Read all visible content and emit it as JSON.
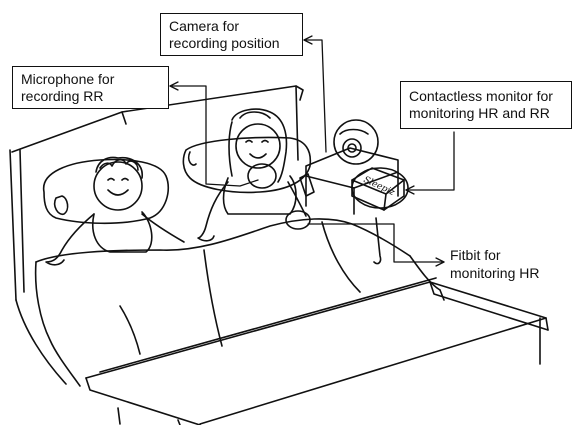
{
  "labels": {
    "camera": {
      "line1": "Camera for",
      "line2": "recording position"
    },
    "microphone": {
      "line1": "Microphone for",
      "line2": "recording RR"
    },
    "contactless": {
      "line1": "Contactless monitor for",
      "line2": "monitoring HR and RR"
    },
    "fitbit": {
      "line1": "Fitbit for",
      "line2": "monitoring HR"
    }
  },
  "device_text": {
    "monitor_brand": "Sleepiz"
  },
  "colors": {
    "ink": "#111111",
    "background": "#ffffff"
  }
}
